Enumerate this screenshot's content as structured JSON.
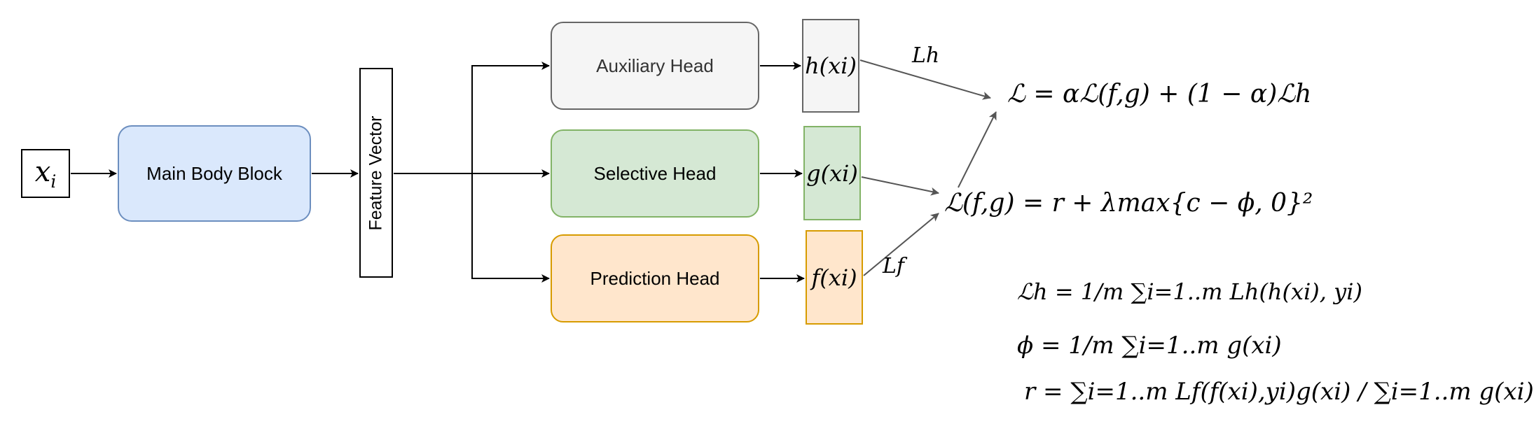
{
  "nodes": {
    "input": "x",
    "input_sub": "i",
    "main_body": "Main Body Block",
    "feature_vector": "Feature Vector",
    "auxiliary_head": "Auxiliary Head",
    "selective_head": "Selective Head",
    "prediction_head": "Prediction Head",
    "h_output": "h(xi)",
    "g_output": "g(xi)",
    "f_output": "f(xi)"
  },
  "edge_labels": {
    "lh": "Lh",
    "lf": "Lf"
  },
  "equations": {
    "total_loss": "ℒ = αℒ(f,g) + (1 − α)ℒh",
    "selective_loss": "ℒ(f,g) = r + λmax{c − ϕ, 0}²",
    "lh_definition": "ℒh = 1/m ∑i=1..m Lh(h(xi), yi)",
    "phi_definition": "ϕ = 1/m ∑i=1..m g(xi)",
    "r_definition": "r = ∑i=1..m Lf(f(xi),yi)g(xi) / ∑i=1..m g(xi)"
  },
  "colors": {
    "main_body_fill": "#dae8fc",
    "main_body_stroke": "#6c8ebf",
    "auxiliary_fill": "#f5f5f5",
    "auxiliary_stroke": "#666666",
    "selective_fill": "#d5e8d4",
    "selective_stroke": "#82b366",
    "prediction_fill": "#ffe6cc",
    "prediction_stroke": "#d79b00"
  }
}
